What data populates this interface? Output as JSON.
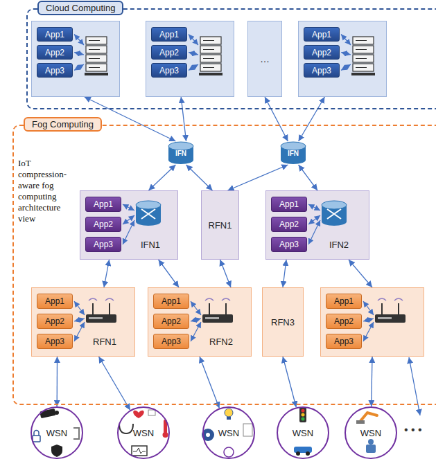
{
  "diagram": {
    "nodes": [
      {
        "text": [
          "Cloud Computing"
        ]
      },
      {
        "text": [],
        "in": 0
      },
      {
        "text": [
          "App1"
        ],
        "in": 1
      },
      {
        "text": [
          "App2"
        ],
        "in": 1
      },
      {
        "text": [
          "App3"
        ],
        "in": 1
      },
      {
        "text": [],
        "in": 0
      },
      {
        "text": [
          "App1"
        ],
        "in": 5
      },
      {
        "text": [
          "App2"
        ],
        "in": 5
      },
      {
        "text": [
          "App3"
        ],
        "in": 5
      },
      {
        "text": [
          "…"
        ],
        "in": 0
      },
      {
        "text": [],
        "in": 0
      },
      {
        "text": [
          "App1"
        ],
        "in": 10
      },
      {
        "text": [
          "App2"
        ],
        "in": 10
      },
      {
        "text": [
          "App3"
        ],
        "in": 10
      },
      {
        "text": [
          "Fog Computing"
        ]
      },
      {
        "text": [
          "IFN"
        ],
        "in": 14
      },
      {
        "text": [
          "IFN"
        ],
        "in": 14
      },
      {
        "text": [
          "IFN1"
        ],
        "in": 14
      },
      {
        "text": [
          "App1"
        ],
        "in": 17
      },
      {
        "text": [
          "App2"
        ],
        "in": 17
      },
      {
        "text": [
          "App3"
        ],
        "in": 17
      },
      {
        "text": [
          "RFN1"
        ],
        "in": 14
      },
      {
        "text": [
          "IFN2"
        ],
        "in": 14
      },
      {
        "text": [
          "App1"
        ],
        "in": 22
      },
      {
        "text": [
          "App2"
        ],
        "in": 22
      },
      {
        "text": [
          "App3"
        ],
        "in": 22
      },
      {
        "text": [
          "RFN1"
        ],
        "in": 14
      },
      {
        "text": [
          "App1"
        ],
        "in": 26
      },
      {
        "text": [
          "App2"
        ],
        "in": 26
      },
      {
        "text": [
          "App3"
        ],
        "in": 26
      },
      {
        "text": [
          "RFN2"
        ],
        "in": 14
      },
      {
        "text": [
          "App1"
        ],
        "in": 30
      },
      {
        "text": [
          "App2"
        ],
        "in": 30
      },
      {
        "text": [
          "App3"
        ],
        "in": 30
      },
      {
        "text": [
          "RFN3"
        ],
        "in": 14
      },
      {
        "text": [],
        "in": 14
      },
      {
        "text": [
          "App1"
        ],
        "in": 35
      },
      {
        "text": [
          "App2"
        ],
        "in": 35
      },
      {
        "text": [
          "App3"
        ],
        "in": 35
      },
      {
        "text": [
          "WSN"
        ]
      },
      {
        "text": [
          "WSN"
        ]
      },
      {
        "text": [
          "WSN"
        ]
      },
      {
        "text": [
          "WSN"
        ]
      },
      {
        "text": [
          "WSN"
        ]
      }
    ],
    "edges": [
      {
        "from": 1,
        "to": 15,
        "arrow": "both"
      },
      {
        "from": 5,
        "to": 15,
        "arrow": "both"
      },
      {
        "from": 9,
        "to": 16,
        "arrow": "both"
      },
      {
        "from": 10,
        "to": 16,
        "arrow": "both"
      },
      {
        "from": 15,
        "to": 17,
        "arrow": "both"
      },
      {
        "from": 15,
        "to": 21,
        "arrow": "both"
      },
      {
        "from": 16,
        "to": 21,
        "arrow": "both"
      },
      {
        "from": 16,
        "to": 22,
        "arrow": "both"
      },
      {
        "from": 17,
        "to": 26,
        "arrow": "both"
      },
      {
        "from": 17,
        "to": 30,
        "arrow": "both"
      },
      {
        "from": 21,
        "to": 30,
        "arrow": "both"
      },
      {
        "from": 22,
        "to": 34,
        "arrow": "both"
      },
      {
        "from": 22,
        "to": 35,
        "arrow": "both"
      },
      {
        "from": 26,
        "to": 39,
        "arrow": "both"
      },
      {
        "from": 26,
        "to": 40,
        "arrow": "both"
      },
      {
        "from": 30,
        "to": 41,
        "arrow": "both"
      },
      {
        "from": 34,
        "to": 42,
        "arrow": "both"
      },
      {
        "from": 35,
        "to": 43,
        "arrow": "both"
      }
    ],
    "labels": [
      "IoT compression-aware fog computing architecture view",
      "• • •"
    ]
  }
}
